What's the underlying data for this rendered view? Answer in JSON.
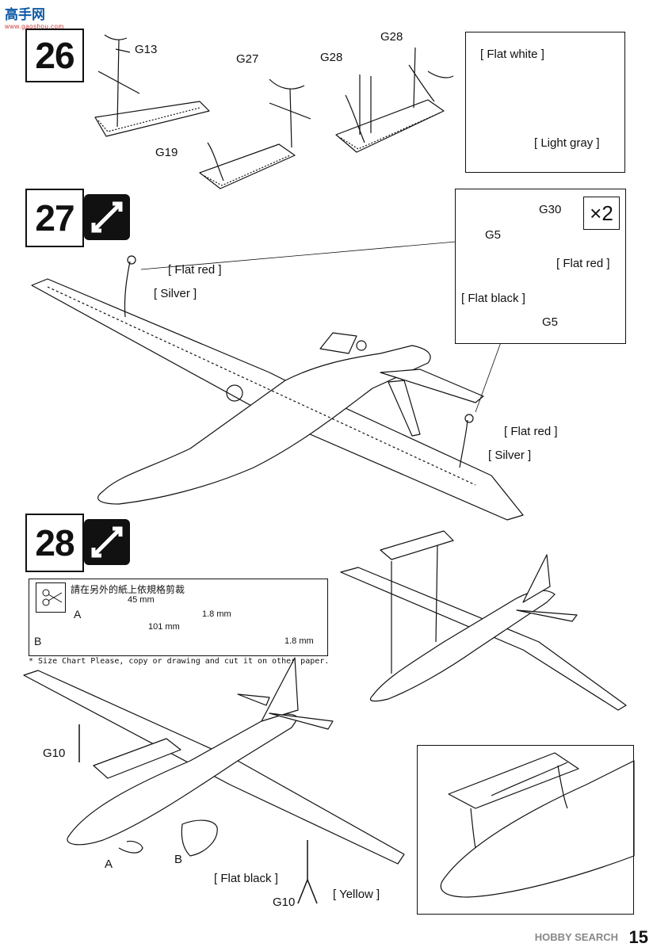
{
  "watermark": {
    "brand": "高手网",
    "sub": "www.gaoshou.com"
  },
  "step26": {
    "number": "26",
    "parts": [
      "G13",
      "G19",
      "G27",
      "G28",
      "G28"
    ],
    "inset_labels": [
      "[ Flat white ]",
      "[ Light gray ]"
    ]
  },
  "step27": {
    "number": "27",
    "multiplier": "×2",
    "inset_parts": [
      "G30",
      "G5",
      "G5"
    ],
    "inset_labels": [
      "[ Flat red ]",
      "[ Flat black ]"
    ],
    "labels": [
      "[ Flat red ]",
      "[ Silver ]",
      "[ Flat red ]",
      "[ Silver ]"
    ]
  },
  "step28": {
    "number": "28",
    "size_chart": {
      "title": "請在另外的紙上依規格剪裁",
      "a_label": "A",
      "a_length": "45 mm",
      "a_width": "1.8 mm",
      "b_label": "B",
      "b_length": "101 mm",
      "b_width": "1.8 mm",
      "note": "* Size Chart Please, copy or drawing and cut it on other paper."
    },
    "parts": [
      "G10",
      "A",
      "B",
      "G10"
    ],
    "labels": [
      "[ Flat black ]",
      "[ Yellow ]"
    ]
  },
  "footer": {
    "brand": "HOBBY SEARCH",
    "page": "15"
  }
}
